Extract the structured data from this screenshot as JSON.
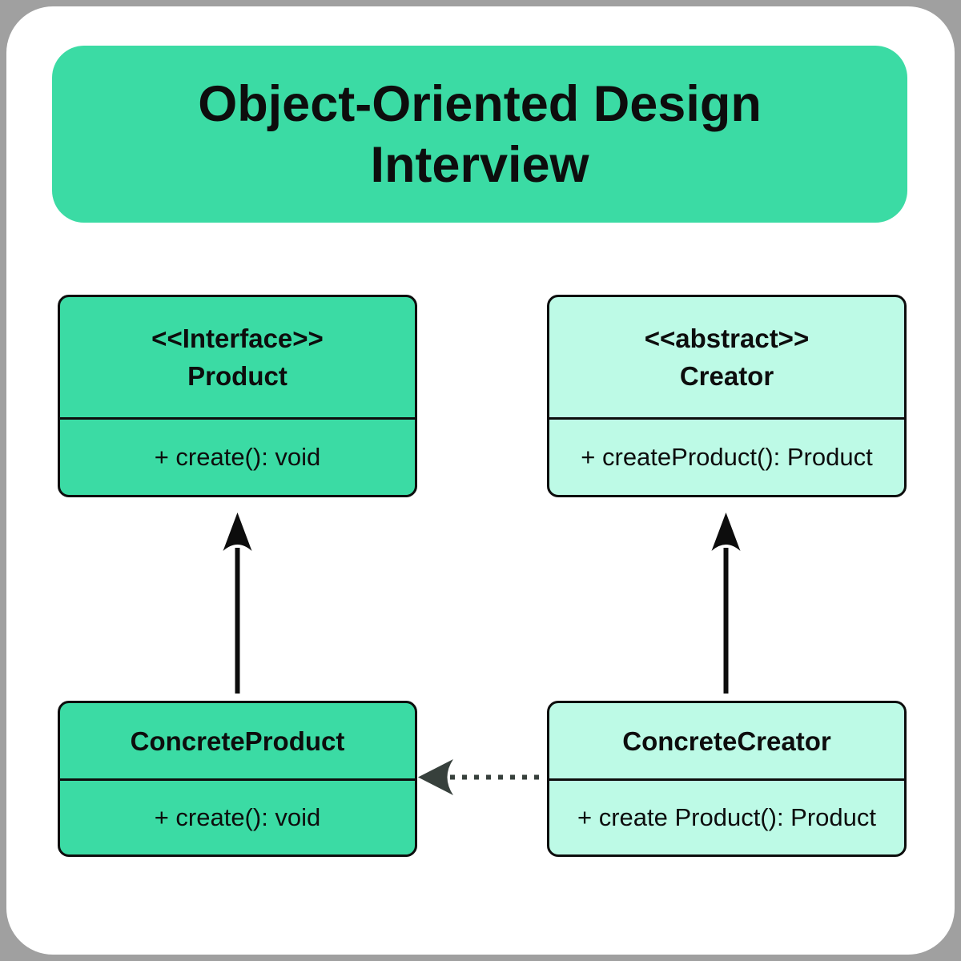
{
  "title": {
    "lines": [
      "Object-Oriented Design",
      "Interview"
    ]
  },
  "classes": {
    "product": {
      "stereotype": "<<Interface>>",
      "name": "Product",
      "method": "+ create(): void"
    },
    "creator": {
      "stereotype": "<<abstract>>",
      "name": "Creator",
      "method": "+ createProduct(): Product"
    },
    "concrete_product": {
      "name": "ConcreteProduct",
      "method": "+ create(): void"
    },
    "concrete_creator": {
      "name": "ConcreteCreator",
      "method": "+ create Product(): Product"
    }
  },
  "relationships": [
    {
      "from": "ConcreteProduct",
      "to": "Product",
      "style": "solid-arrow-up"
    },
    {
      "from": "ConcreteCreator",
      "to": "Creator",
      "style": "solid-arrow-up"
    },
    {
      "from": "ConcreteCreator",
      "to": "ConcreteProduct",
      "style": "dashed-arrow-left"
    }
  ],
  "colors": {
    "canvas_gray": "#A0A0A0",
    "page_white": "#FFFFFF",
    "green": "#3BDBA4",
    "mint": "#BDFAE6",
    "ink": "#0D0D0D",
    "dashed_arrow": "#37403C"
  }
}
